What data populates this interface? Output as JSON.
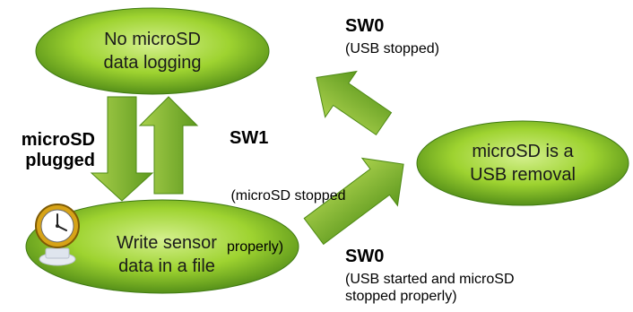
{
  "colors": {
    "state_fill_light": "#d4f08e",
    "state_fill_mid": "#9ed330",
    "state_fill_dark": "#4f8a17",
    "arrow_fill_light": "#a9d04c",
    "arrow_fill_dark": "#5f9a1f"
  },
  "states": {
    "no_logging": {
      "line1": "No microSD",
      "line2": "data logging"
    },
    "usb_removal": {
      "line1": "microSD is a",
      "line2": "USB removal"
    },
    "write_sensor": {
      "line1": "Write sensor",
      "line2": "data in a file"
    }
  },
  "transitions": {
    "sw0_top": {
      "title": "SW0",
      "detail_line1": "(USB stopped)"
    },
    "plugged": {
      "title_line1": "microSD",
      "title_line2": "plugged"
    },
    "sw1": {
      "title": "SW1",
      "detail_line1": " (microSD stopped",
      "detail_line2": "properly)"
    },
    "sw0_bottom": {
      "title": "SW0",
      "detail_line1": "(USB started and microSD",
      "detail_line2": "stopped properly)"
    }
  },
  "icons": {
    "clock": "clock-icon"
  }
}
